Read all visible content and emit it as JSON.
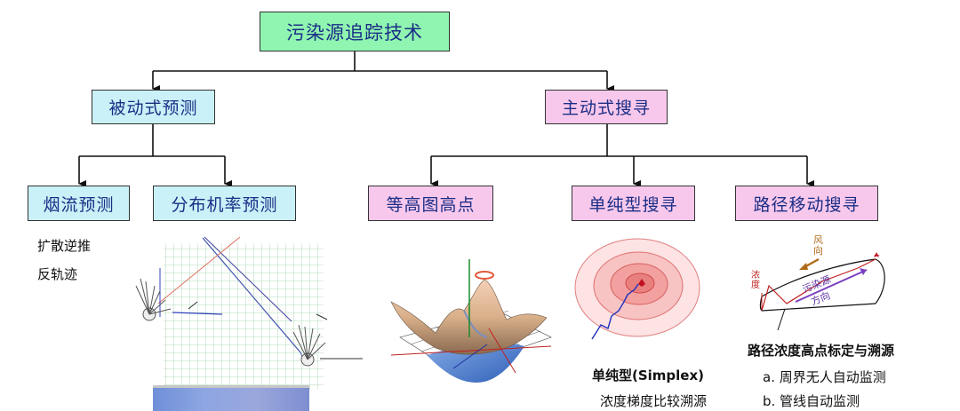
{
  "root": {
    "label": "污染源追踪技术"
  },
  "branches": {
    "passive": {
      "label": "被动式预测"
    },
    "active": {
      "label": "主动式搜寻"
    }
  },
  "methods": {
    "plume": {
      "label": "烟流预测",
      "notes": [
        "扩散逆推",
        "反轨迹"
      ]
    },
    "distribution": {
      "label": "分布机率预测"
    },
    "contour": {
      "label": "等高图高点"
    },
    "simplex": {
      "label": "单纯型搜寻",
      "caption": "单纯型(Simplex)",
      "note": "浓度梯度比较溯源"
    },
    "path": {
      "label": "路径移动搜寻",
      "caption": "路径浓度高点标定与溯源",
      "items": [
        "a. 周界无人自动监测",
        "b. 管线自动监测"
      ],
      "fig_labels": {
        "wind": "风向",
        "concentration": "浓度",
        "direction_line1": "污染源",
        "direction_line2": "方向"
      }
    }
  },
  "colors": {
    "root": "#8ff5b0",
    "passive": "#c9f1f7",
    "active": "#f8c8ec",
    "text": "#1b2e86"
  }
}
